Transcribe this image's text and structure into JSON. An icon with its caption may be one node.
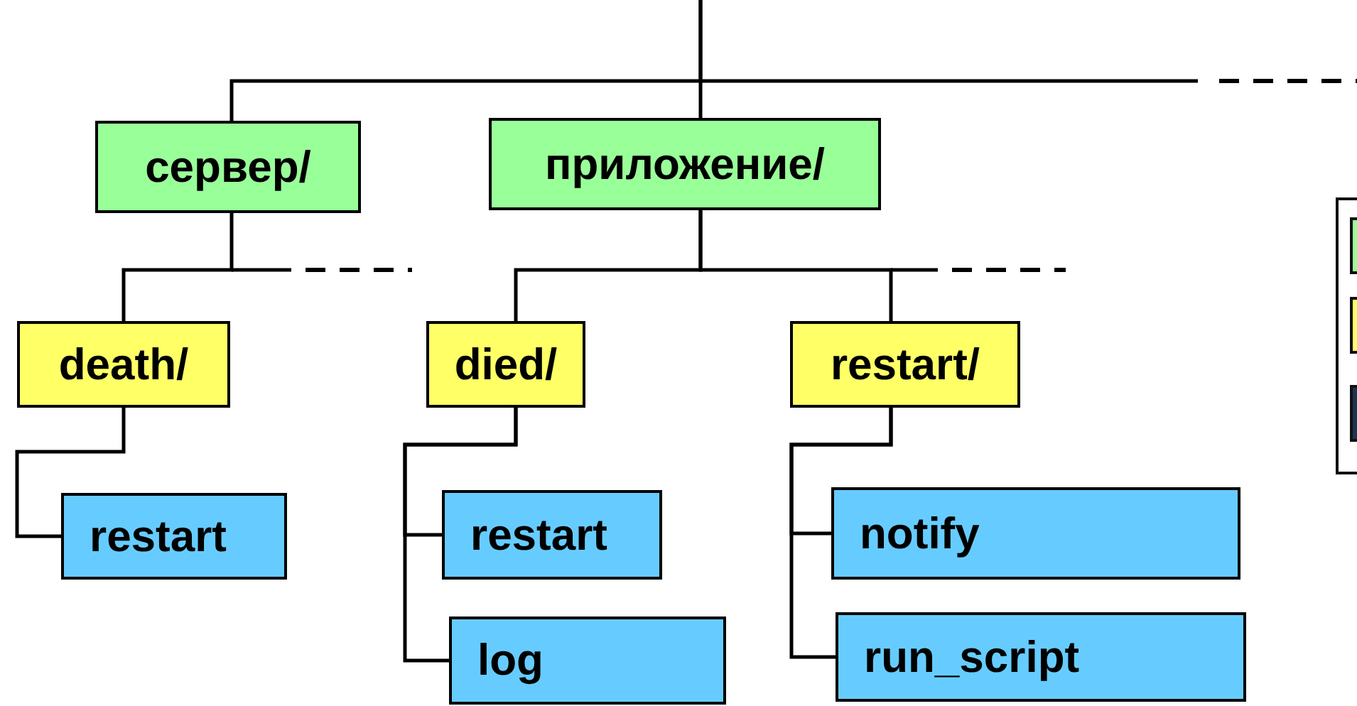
{
  "diagram": {
    "nodes": [
      {
        "text": [
          "сервер/"
        ]
      },
      {
        "text": [
          "приложение/"
        ]
      },
      {
        "text": [
          "death/"
        ]
      },
      {
        "text": [
          "died/"
        ]
      },
      {
        "text": [
          "restart/"
        ]
      },
      {
        "text": [
          "restart"
        ]
      },
      {
        "text": [
          "restart"
        ]
      },
      {
        "text": [
          "log"
        ]
      },
      {
        "text": [
          "notify"
        ]
      },
      {
        "text": [
          "run_script"
        ]
      }
    ],
    "edges": [
      {
        "from": null,
        "to": 0,
        "arrow": "none"
      },
      {
        "from": null,
        "to": 1,
        "arrow": "none"
      },
      {
        "from": 0,
        "to": 2,
        "arrow": "none"
      },
      {
        "from": 1,
        "to": 3,
        "arrow": "none"
      },
      {
        "from": 1,
        "to": 4,
        "arrow": "none"
      },
      {
        "from": 2,
        "to": 5,
        "arrow": "none"
      },
      {
        "from": 3,
        "to": 6,
        "arrow": "none"
      },
      {
        "from": 3,
        "to": 7,
        "arrow": "none"
      },
      {
        "from": 4,
        "to": 8,
        "arrow": "none"
      },
      {
        "from": 4,
        "to": 9,
        "arrow": "none"
      }
    ]
  }
}
